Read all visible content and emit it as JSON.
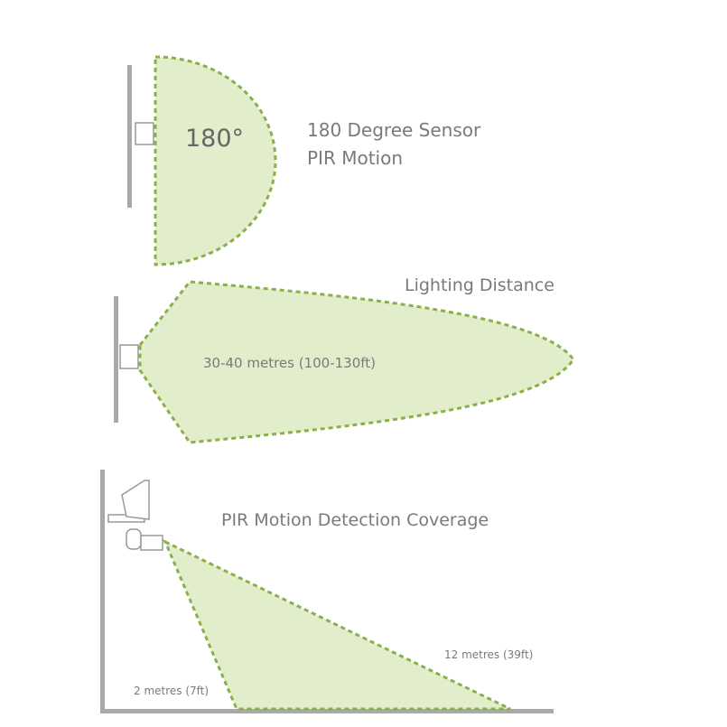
{
  "sections": {
    "sensor": {
      "angle_label": "180°",
      "title_line1": "180 Degree Sensor",
      "title_line2": "PIR Motion"
    },
    "lighting": {
      "title": "Lighting Distance",
      "distance_label": "30-40 metres (100-130ft)"
    },
    "coverage": {
      "title": "PIR Motion Detection Coverage",
      "near_label": "2 metres (7ft)",
      "far_label": "12 metres (39ft)"
    }
  },
  "colors": {
    "zone_fill": "#e2eecb",
    "zone_stroke": "#8ab04a",
    "wall": "#a9a9ab",
    "text": "#7a7a7a"
  }
}
